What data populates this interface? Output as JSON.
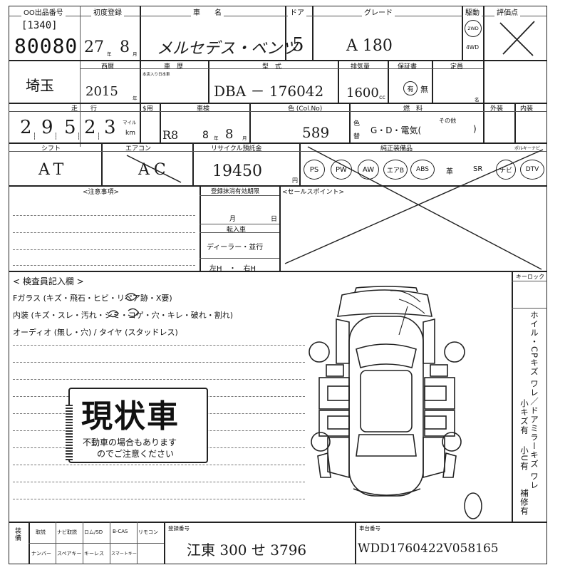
{
  "header": {
    "auction_label": "OO出品番号",
    "reg_label": "初度登録",
    "name_label": "車　　名",
    "door_label": "ドア",
    "grade_label": "グレード",
    "drive_label": "駆動",
    "score_label": "評価点"
  },
  "lot": {
    "code": "[1340]",
    "number": "80080"
  },
  "first_reg": {
    "year": "27",
    "year_unit": "年",
    "month": "8",
    "month_unit": "月"
  },
  "car": {
    "name": "メルセデス・ベンツ",
    "doors": "5",
    "grade": "A 180"
  },
  "drive": {
    "option_2wd": "2WD",
    "option_4wd": "4WD"
  },
  "score": {
    "value": "X"
  },
  "row2": {
    "pref": "埼玉",
    "year_label": "西暦",
    "history_label": "車　歴",
    "history_sub": "本店入り日本車",
    "model_label": "型　式",
    "displacement_label": "排気量",
    "warranty_label": "保証書",
    "capacity_label": "定員",
    "year_value": "2015",
    "year_unit": "年",
    "model_value": "DBA － 176042",
    "displacement_value": "1600",
    "cc_unit": "cc",
    "warranty_yes": "有",
    "warranty_no": "無",
    "capacity_unit": "名"
  },
  "row3": {
    "mileage_label": "走　　行",
    "meter_label": "$用",
    "inspection_label": "車検",
    "color_label": "色 (Col.No)",
    "fuel_label": "燃　料",
    "exterior_label": "外装",
    "interior_label": "内装",
    "mileage_digits": [
      "2",
      "9",
      "5",
      "2",
      "3"
    ],
    "mile_unit": "マイル",
    "km_unit": "km",
    "insp_prefix": "R8",
    "insp_year": "8",
    "insp_year_unit": "年",
    "insp_month_unit": "月",
    "color_no": "589",
    "color_char": "色",
    "color_sub": "替",
    "fuel_options": "G・D・電気(",
    "fuel_other": "その他",
    "fuel_close": ")"
  },
  "row4": {
    "shift_label": "シフト",
    "aircon_label": "エアコン",
    "recycle_label": "リサイクル預託金",
    "equipment_label": "純正装備品",
    "navi_label": "ポルキーナビ",
    "shift_value": "AT",
    "aircon_value": "AC",
    "recycle_value": "19450",
    "yen_unit": "円",
    "equipment": [
      "PS",
      "PW",
      "AW",
      "エアB",
      "ABS",
      "革",
      "SR",
      "ナビ",
      "DTV"
    ]
  },
  "row5": {
    "notes_label": "<注意事項>",
    "cancel_label": "登録抹消有効期限",
    "sales_label": "<セールスポイント>",
    "month_char": "月",
    "day_char": "日",
    "transfer_label": "転入車",
    "dealer_label": "ディーラー・並行",
    "handle_label": "左H　・　右H"
  },
  "inspection": {
    "title": "< 検査員記入欄 >",
    "line1": "Fガラス (キズ・飛石・ヒビ・リペア跡・X要)",
    "line2": "内装 (キズ・スレ・汚れ・シミ・コゲ・穴・キレ・破れ・割れ)",
    "line3": "オーディオ (無し・穴) / タイヤ (スタッドレス)",
    "keylock_label": "キーロック",
    "stamp_big": "現状車",
    "stamp_line1": "不動車の場合もあります",
    "stamp_line2": "のでご注意ください",
    "side_main": "ホイル・CPキズ ワレ／ドアミラーキズ ワレ",
    "side_sub1": "小キズ有",
    "side_sub2": "小U有",
    "side_sub3": "補修有"
  },
  "footer": {
    "side_label": "装備",
    "items_top": [
      "取説",
      "ナビ取説",
      "ロム/SD",
      "B-CAS",
      "リモコン"
    ],
    "items_bottom": [
      "ナンバー",
      "スペアキー",
      "キーレス",
      "スマートキー"
    ],
    "plate_label": "登録番号",
    "plate_value": "江東 300 せ 3796",
    "chassis_label": "車台番号",
    "chassis_value": "WDD1760422V058165"
  }
}
